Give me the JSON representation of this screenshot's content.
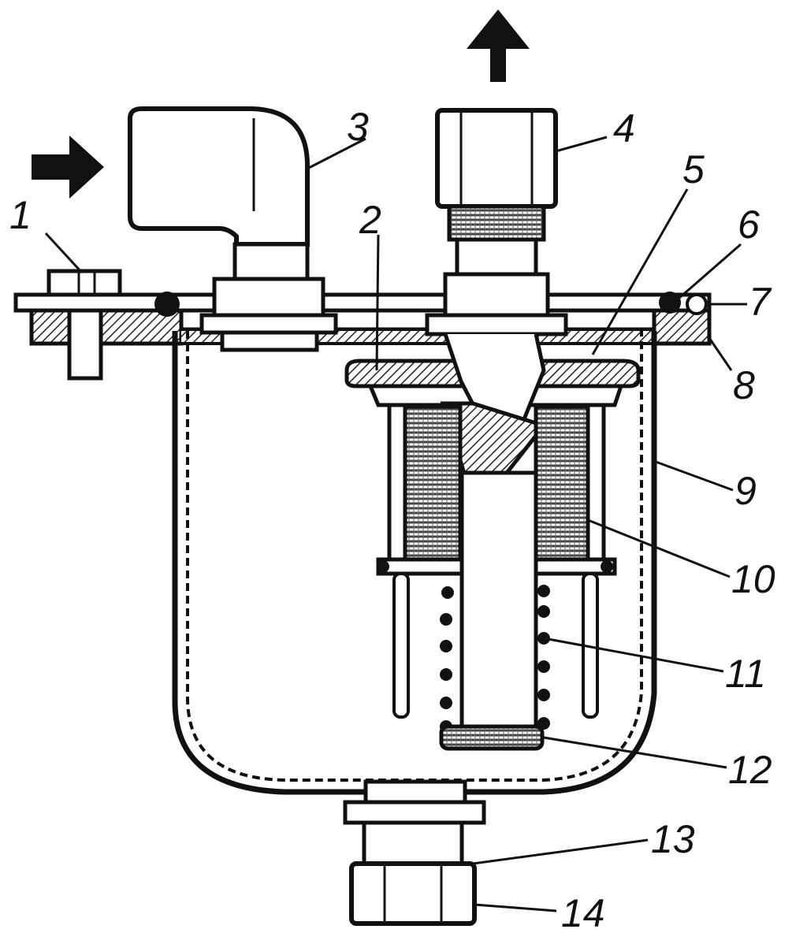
{
  "colors": {
    "ink": "#111111",
    "paper": "#ffffff",
    "hatch": "#222222",
    "screen": "#444444"
  },
  "icons": {
    "inlet": "arrow-right-icon",
    "outlet": "arrow-up-icon"
  },
  "labels": [
    {
      "id": "1",
      "text": "1"
    },
    {
      "id": "2",
      "text": "2"
    },
    {
      "id": "3",
      "text": "3"
    },
    {
      "id": "4",
      "text": "4"
    },
    {
      "id": "5",
      "text": "5"
    },
    {
      "id": "6",
      "text": "6"
    },
    {
      "id": "7",
      "text": "7"
    },
    {
      "id": "8",
      "text": "8"
    },
    {
      "id": "9",
      "text": "9"
    },
    {
      "id": "10",
      "text": "10"
    },
    {
      "id": "11",
      "text": "11"
    },
    {
      "id": "12",
      "text": "12"
    },
    {
      "id": "13",
      "text": "13"
    },
    {
      "id": "14",
      "text": "14"
    }
  ]
}
